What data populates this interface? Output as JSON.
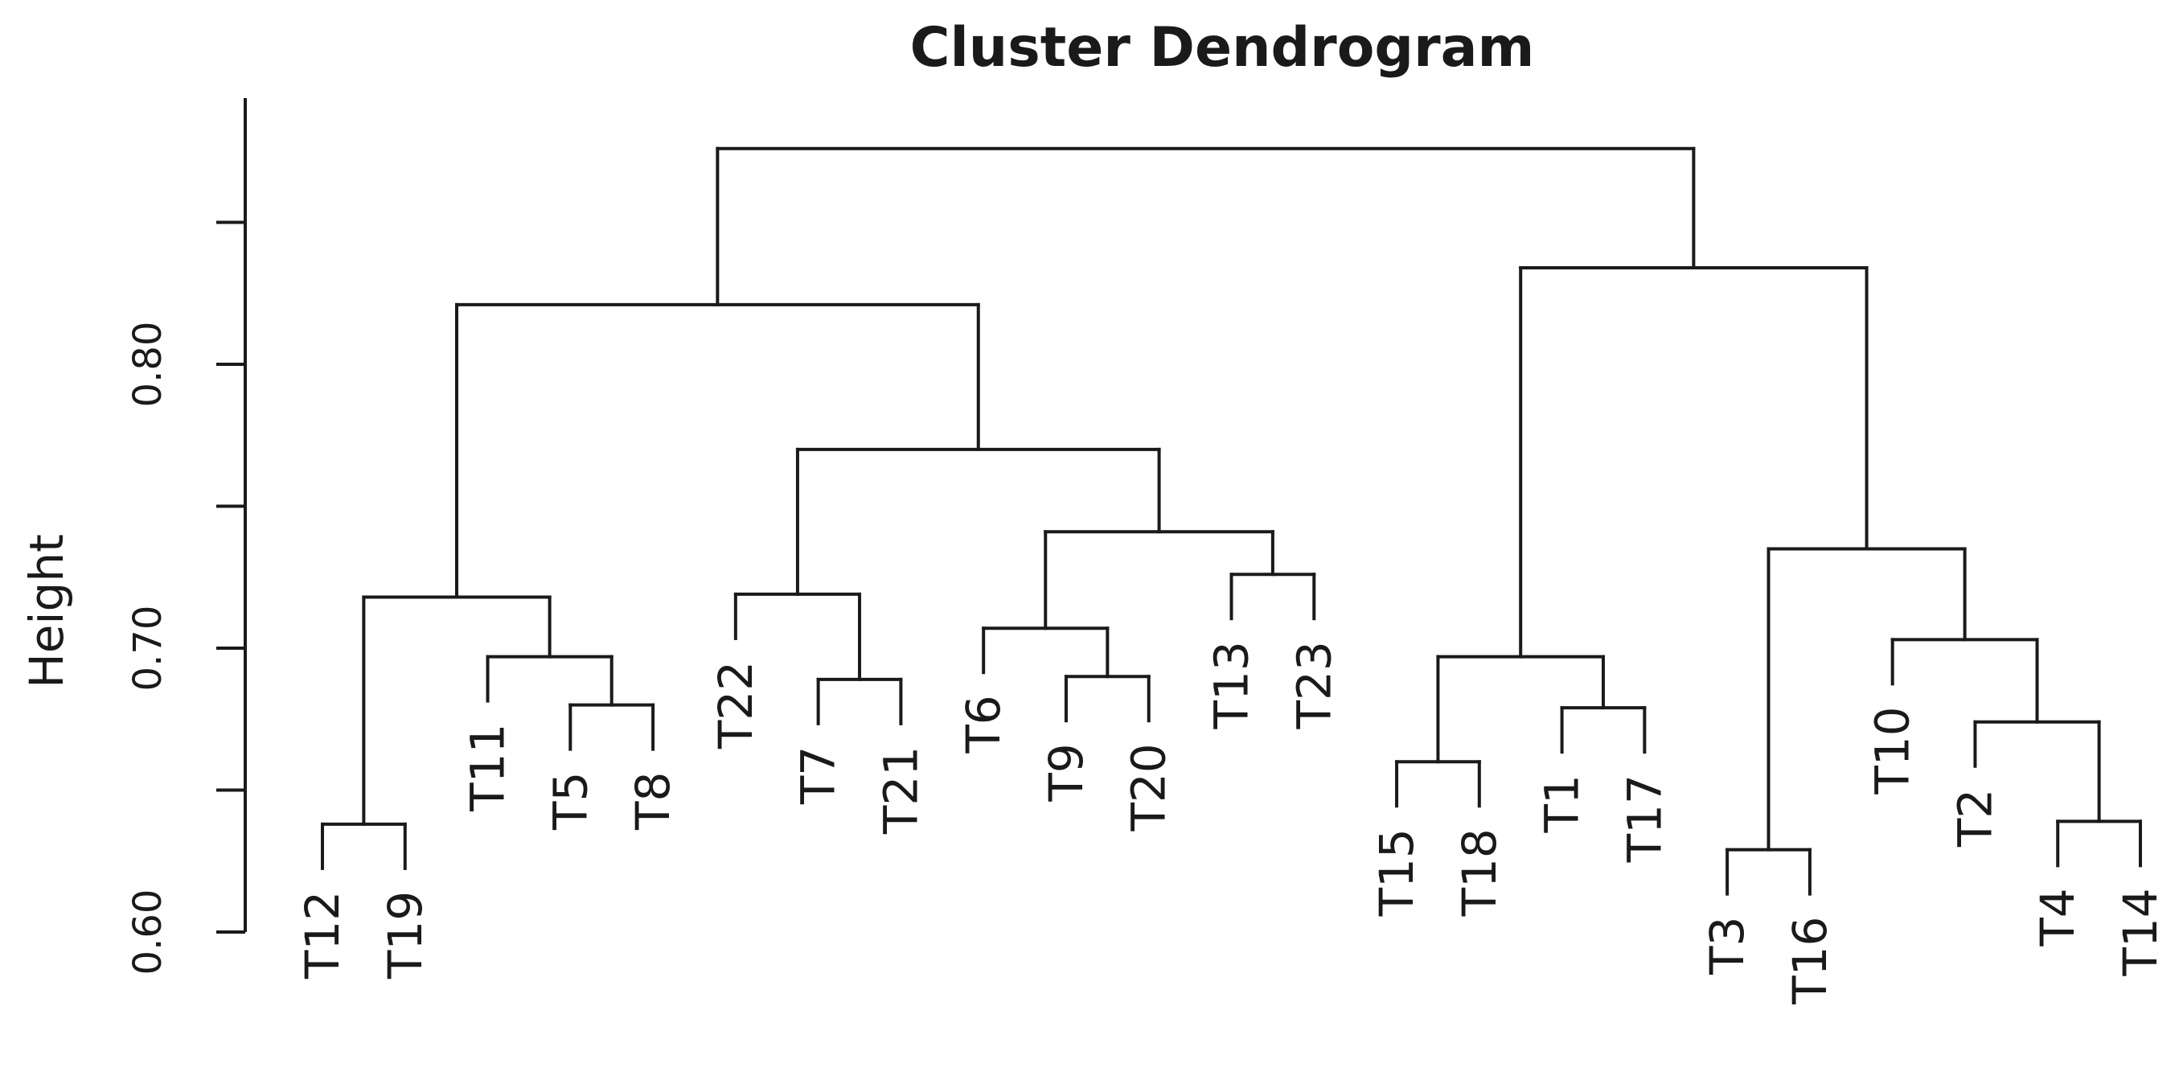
{
  "chart_data": {
    "type": "dendrogram",
    "title": "Cluster Dendrogram",
    "xlabel": "",
    "ylabel": "Height",
    "ylim": [
      0.6,
      0.9
    ],
    "yticks": [
      0.6,
      0.65,
      0.7,
      0.75,
      0.8,
      0.85
    ],
    "ytick_labels": [
      "0.60",
      "",
      "0.70",
      "",
      "0.80",
      ""
    ],
    "leaf_order": [
      "T12",
      "T19",
      "T11",
      "T5",
      "T8",
      "T22",
      "T7",
      "T21",
      "T6",
      "T9",
      "T20",
      "T13",
      "T23",
      "T15",
      "T18",
      "T1",
      "T17",
      "T3",
      "T16",
      "T10",
      "T2",
      "T4",
      "T14"
    ],
    "merges": [
      {
        "left": "T12",
        "right": "T19",
        "height": 0.638
      },
      {
        "left": "T5",
        "right": "T8",
        "height": 0.68
      },
      {
        "left": "T11",
        "right": "T5+T8",
        "height": 0.697
      },
      {
        "left": "T12+T19",
        "right": "T11+T5+T8",
        "height": 0.718
      },
      {
        "left": "T7",
        "right": "T21",
        "height": 0.689
      },
      {
        "left": "T22",
        "right": "T7+T21",
        "height": 0.719
      },
      {
        "left": "T9",
        "right": "T20",
        "height": 0.69
      },
      {
        "left": "T6",
        "right": "T9+T20",
        "height": 0.707
      },
      {
        "left": "T13",
        "right": "T23",
        "height": 0.726
      },
      {
        "left": "T6+T9+T20",
        "right": "T13+T23",
        "height": 0.741
      },
      {
        "left": "T22+T7+T21",
        "right": "T6+T9+T20+T13+T23",
        "height": 0.77
      },
      {
        "left": "T12+T19+T11+T5+T8",
        "right": "T22+T7+T21+T6+T9+T20+T13+T23",
        "height": 0.821
      },
      {
        "left": "T15",
        "right": "T18",
        "height": 0.66
      },
      {
        "left": "T1",
        "right": "T17",
        "height": 0.679
      },
      {
        "left": "T15+T18",
        "right": "T1+T17",
        "height": 0.697
      },
      {
        "left": "T3",
        "right": "T16",
        "height": 0.629
      },
      {
        "left": "T4",
        "right": "T14",
        "height": 0.639
      },
      {
        "left": "T2",
        "right": "T4+T14",
        "height": 0.674
      },
      {
        "left": "T10",
        "right": "T2+T4+T14",
        "height": 0.703
      },
      {
        "left": "T3+T16",
        "right": "T10+T2+T4+T14",
        "height": 0.735
      },
      {
        "left": "T15+T18+T1+T17",
        "right": "T3+T16+T10+T2+T4+T14",
        "height": 0.834
      },
      {
        "left": "T12+T19+T11+T5+T8+T22+T7+T21+T6+T9+T20+T13+T23",
        "right": "T15+T18+T1+T17+T3+T16+T10+T2+T4+T14",
        "height": 0.876
      }
    ]
  }
}
